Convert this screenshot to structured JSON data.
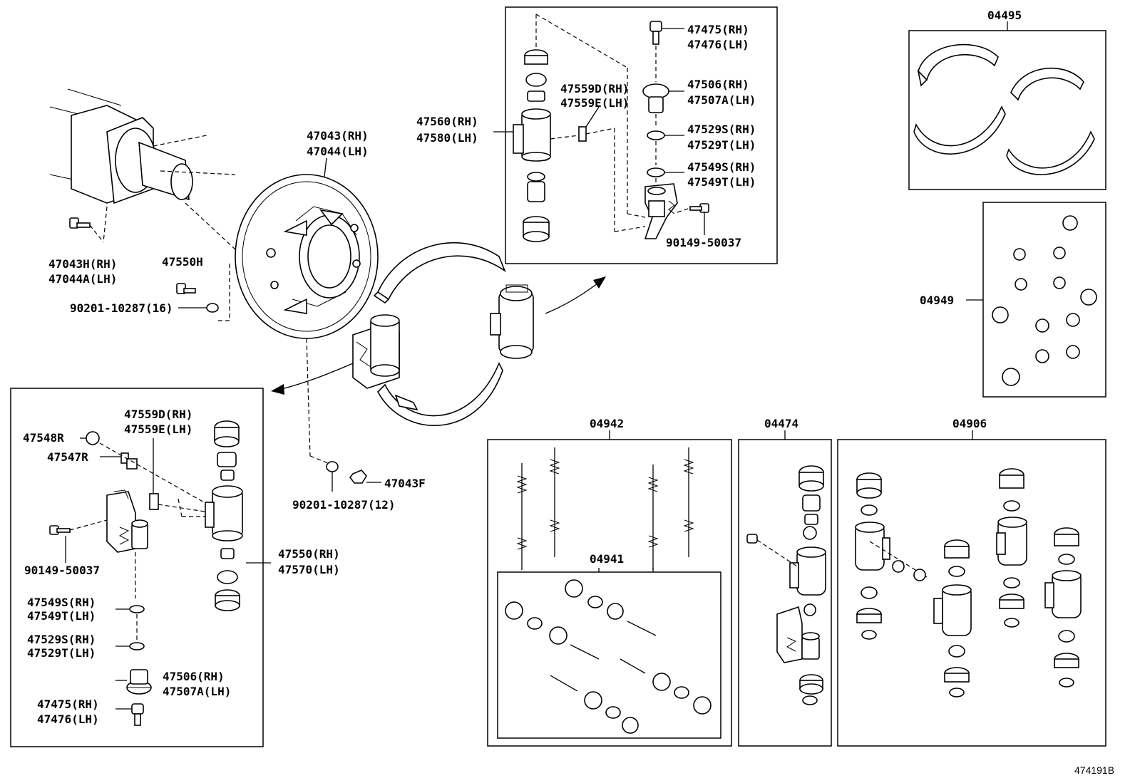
{
  "labels": {
    "l47475": "47475(RH)",
    "l47476": "47476(LH)",
    "l47506": "47506(RH)",
    "l47507a": "47507A(LH)",
    "l47529s": "47529S(RH)",
    "l47529t": "47529T(LH)",
    "l47549s": "47549S(RH)",
    "l47549t": "47549T(LH)",
    "l90149_top": "90149-50037",
    "l47559d_top": "47559D(RH)",
    "l47559e_top": "47559E(LH)",
    "l47560": "47560(RH)",
    "l47580": "47580(LH)",
    "l47043": "47043(RH)",
    "l47044": "47044(LH)",
    "l47043h": "47043H(RH)",
    "l47044a": "47044A(LH)",
    "l47550h": "47550H",
    "l90201_16": "90201-10287(16)",
    "l90201_12": "90201-10287(12)",
    "l47043f": "47043F",
    "l47548r": "47548R",
    "l47547r": "47547R",
    "l47559d_bot": "47559D(RH)",
    "l47559e_bot": "47559E(LH)",
    "l90149_bot": "90149-50037",
    "l47550": "47550(RH)",
    "l47570": "47570(LH)",
    "l47549s_bot": "47549S(RH)",
    "l47549t_bot": "47549T(LH)",
    "l47529s_bot": "47529S(RH)",
    "l47529t_bot": "47529T(LH)",
    "l47506_bot": "47506(RH)",
    "l47507a_bot": "47507A(LH)",
    "l47475_bot": "47475(RH)",
    "l47476_bot": "47476(LH)",
    "k04495": "04495",
    "k04949": "04949",
    "k04942": "04942",
    "k04941": "04941",
    "k04474": "04474",
    "k04906": "04906",
    "figure_number": "474191B"
  }
}
